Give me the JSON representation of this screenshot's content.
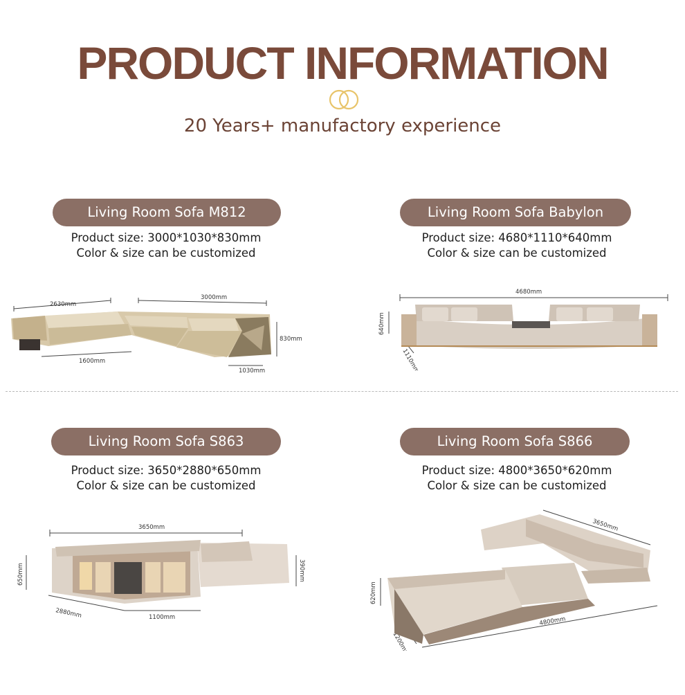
{
  "header": {
    "title": "PRODUCT INFORMATION",
    "subtitle": "20 Years+ manufactory experience"
  },
  "products": [
    {
      "name": "Living Room Sofa M812",
      "size": "Product size: 3000*1030*830mm",
      "note": "Color & size can be customized",
      "dims": {
        "a": "2630mm",
        "b": "3000mm",
        "c": "1600mm",
        "d": "830mm",
        "e": "1030mm"
      }
    },
    {
      "name": "Living Room Sofa Babylon",
      "size": "Product size: 4680*1110*640mm",
      "note": "Color & size can be customized",
      "dims": {
        "a": "4680mm",
        "b": "640mm",
        "c": "1110mm"
      }
    },
    {
      "name": "Living Room Sofa S863",
      "size": "Product size: 3650*2880*650mm",
      "note": "Color & size can be customized",
      "dims": {
        "a": "3650mm",
        "b": "650mm",
        "c": "390mm",
        "d": "2880mm",
        "e": "1100mm"
      }
    },
    {
      "name": "Living Room Sofa S866",
      "size": "Product size: 4800*3650*620mm",
      "note": "Color & size can be customized",
      "dims": {
        "a": "3650mm",
        "b": "620mm",
        "c": "4800mm",
        "d": "1200mm"
      }
    }
  ]
}
